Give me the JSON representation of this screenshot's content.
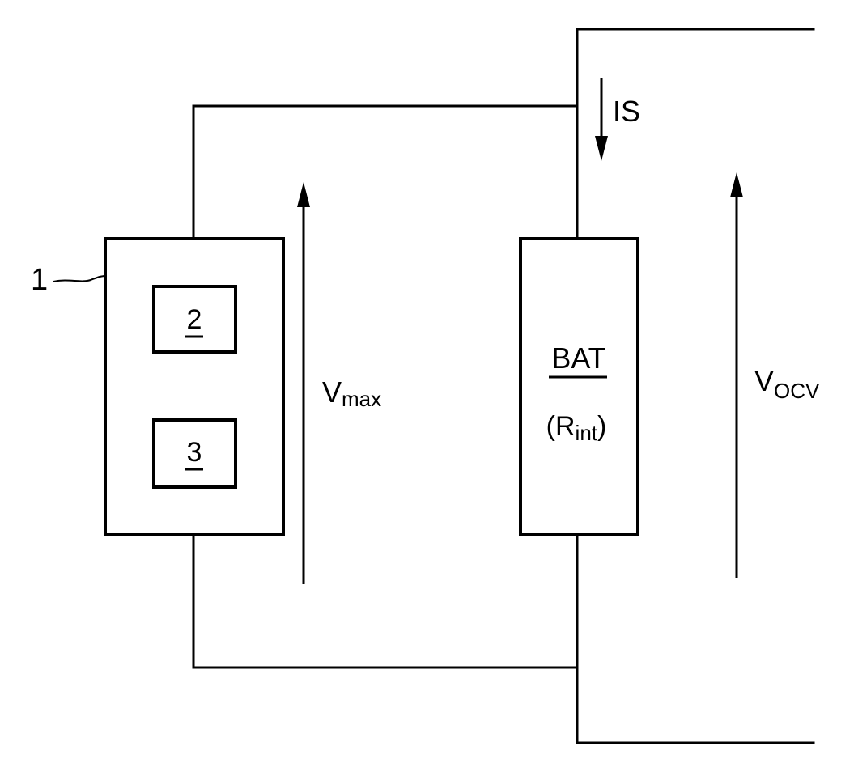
{
  "device": {
    "reference": "1",
    "component_a": "2",
    "component_b": "3"
  },
  "battery": {
    "label": "BAT",
    "resistance_open": "(R",
    "resistance_sub": "int",
    "resistance_close": ")"
  },
  "voltages": {
    "vmax_main": "V",
    "vmax_sub": "max",
    "vocv_main": "V",
    "vocv_sub": "OCV"
  },
  "current": {
    "label": "IS"
  },
  "colors": {
    "stroke": "#000000",
    "background": "#ffffff"
  }
}
